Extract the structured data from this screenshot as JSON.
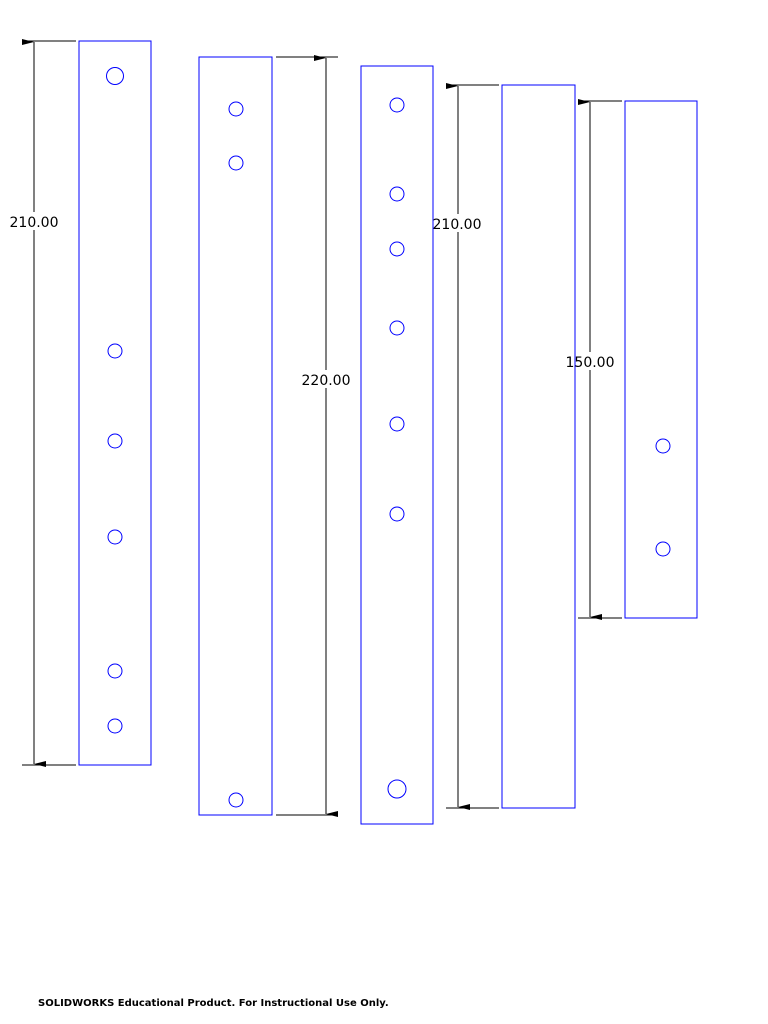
{
  "dimensions": [
    {
      "id": "dim-1",
      "value": "210.00"
    },
    {
      "id": "dim-2",
      "value": "220.00"
    },
    {
      "id": "dim-3",
      "value": "210.00"
    },
    {
      "id": "dim-4",
      "value": "150.00"
    }
  ],
  "colors": {
    "part_outline": "#0000ff",
    "dimension_line": "#000000",
    "background": "#ffffff"
  },
  "footer": {
    "text": "SOLIDWORKS Educational Product. For Instructional Use Only."
  }
}
